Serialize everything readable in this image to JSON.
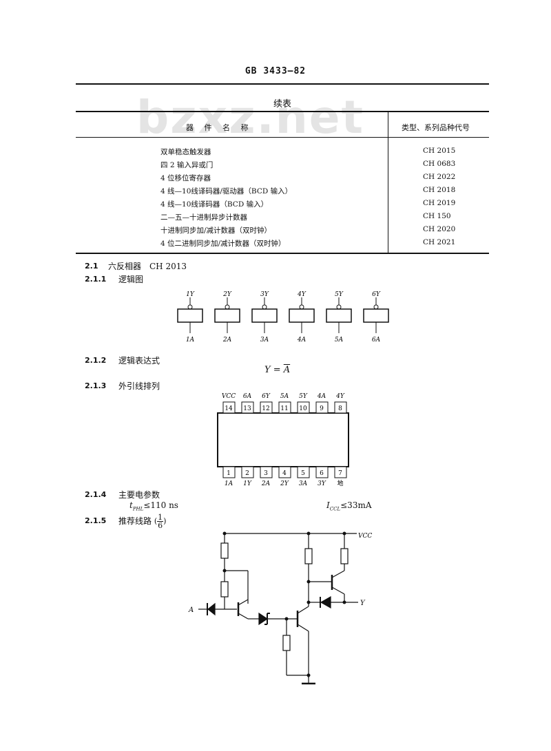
{
  "header": {
    "standard_number": "GB 3433—82"
  },
  "watermark": "bzxz.net",
  "table": {
    "caption": "续表",
    "col_name": "器  件  名  称",
    "col_code": "类型、系列品种代号",
    "rows": [
      {
        "name": "双单稳态触发器",
        "code": "CH 2015"
      },
      {
        "name": "四 2 输入异或门",
        "code": "CH 0683"
      },
      {
        "name": "4 位移位寄存器",
        "code": "CH 2022"
      },
      {
        "name": "4 线—10线译码器/驱动器（BCD 输入）",
        "code": "CH 2018"
      },
      {
        "name": "4 线—10线译码器（BCD 输入）",
        "code": "CH 2019"
      },
      {
        "name": "二—五—十进制异步计数器",
        "code": "CH 150"
      },
      {
        "name": "十进制同步加/减计数器（双时钟）",
        "code": "CH 2020"
      },
      {
        "name": "4 位二进制同步加/减计数器（双时钟）",
        "code": "CH 2021"
      }
    ]
  },
  "sections": {
    "s21": {
      "num": "2.1",
      "title": "六反相器　CH 2013"
    },
    "s211": {
      "num": "2.1.1",
      "title": "逻辑图"
    },
    "s212": {
      "num": "2.1.2",
      "title": "逻辑表达式"
    },
    "s213": {
      "num": "2.1.3",
      "title": "外引线排列"
    },
    "s214": {
      "num": "2.1.4",
      "title": "主要电参数"
    },
    "s215": {
      "num": "2.1.5",
      "title": "推荐线路",
      "ratio_num": "1",
      "ratio_den": "6"
    }
  },
  "logic_diagram": {
    "outputs": [
      "1Y",
      "2Y",
      "3Y",
      "4Y",
      "5Y",
      "6Y"
    ],
    "inputs": [
      "1A",
      "2A",
      "3A",
      "4A",
      "5A",
      "6A"
    ]
  },
  "expression": {
    "lhs": "Y",
    "rhs": "A"
  },
  "pinout": {
    "top_labels": [
      "VCC",
      "6A",
      "6Y",
      "5A",
      "5Y",
      "4A",
      "4Y"
    ],
    "top_pins": [
      "14",
      "13",
      "12",
      "11",
      "10",
      "9",
      "8"
    ],
    "bottom_pins": [
      "1",
      "2",
      "3",
      "4",
      "5",
      "6",
      "7"
    ],
    "bottom_labels": [
      "1A",
      "1Y",
      "2A",
      "2Y",
      "3A",
      "3Y",
      "地"
    ]
  },
  "params": {
    "tphl_symbol": "t",
    "tphl_sub": "PHL",
    "tphl_value": "≤110 ns",
    "icc_symbol": "I",
    "icc_sub": "CCL",
    "icc_value": "≤33mA"
  },
  "circuit": {
    "input_label": "A",
    "output_label": "Y",
    "supply_label": "VCC"
  }
}
